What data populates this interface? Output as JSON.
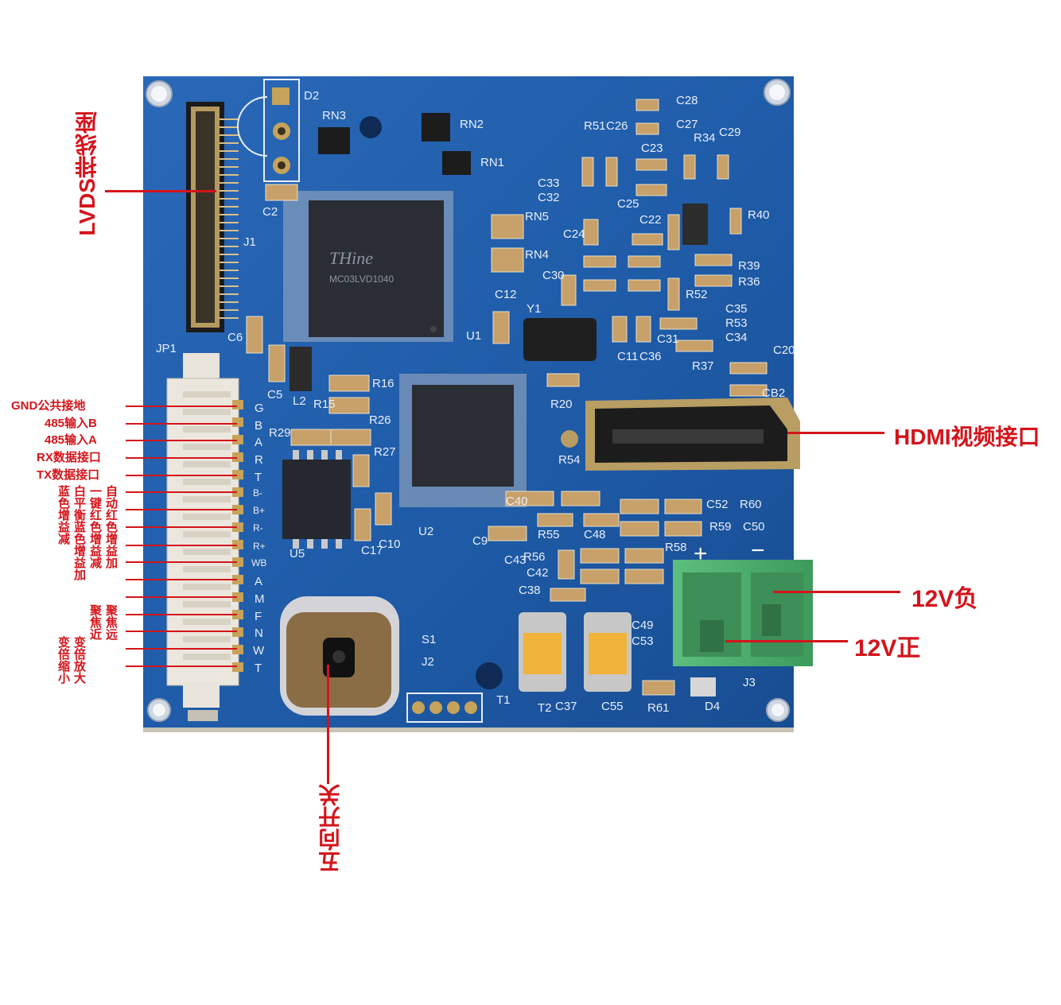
{
  "labels": {
    "lvds": "LVDS排线座",
    "hdmi": "HDMI视频接口",
    "power_neg": "12V负",
    "power_pos": "12V正",
    "five_way": "五向开关",
    "gnd": "GND公共接地",
    "b485": "485输入B",
    "a485": "485输入A",
    "rx": "RX数据接口",
    "tx": "TX数据接口"
  },
  "vertical_columns": [
    "自动红色增益加",
    "一键红色增益减",
    "白平衡蓝色增益加",
    "蓝色增益减",
    "变倍缩小",
    "变倍放大",
    "聚焦近",
    "聚焦远"
  ],
  "silkscreen": {
    "pins": [
      "G",
      "B",
      "A",
      "R",
      "T",
      "B-",
      "B+",
      "R-",
      "R+",
      "WB",
      "A",
      "M",
      "F",
      "N",
      "W",
      "T"
    ],
    "parts": [
      "RN3",
      "D2",
      "RN2",
      "RN1",
      "C28",
      "C27",
      "C29",
      "C26",
      "R51",
      "R34",
      "C33",
      "C32",
      "C25",
      "C22",
      "C23",
      "R40",
      "C24",
      "RN5",
      "RN4",
      "C30",
      "R39",
      "R36",
      "C2",
      "J1",
      "U1",
      "C12",
      "Y1",
      "R52",
      "C35",
      "R53",
      "C34",
      "C11",
      "C36",
      "C31",
      "R37",
      "C6",
      "JP1",
      "C5",
      "L2",
      "R16",
      "R15",
      "R20",
      "C20",
      "R29",
      "R26",
      "R27",
      "U2",
      "U5",
      "C17",
      "C10",
      "C9",
      "C40",
      "C52",
      "R60",
      "R55",
      "C48",
      "R59",
      "C50",
      "C43",
      "R56",
      "C42",
      "C38",
      "R58",
      "C49",
      "C53",
      "J2",
      "S1",
      "T1",
      "T2",
      "C37",
      "C55",
      "R61",
      "D4",
      "J3",
      "R54",
      "CB2"
    ],
    "chip_brand": "THine",
    "chip_code": "MC03LVD1040"
  },
  "power_symbols": {
    "plus": "+",
    "minus": "−"
  },
  "colors": {
    "annotation": "#d4141b",
    "pcb": "#1f5fae",
    "terminal": "#4aa86a"
  }
}
